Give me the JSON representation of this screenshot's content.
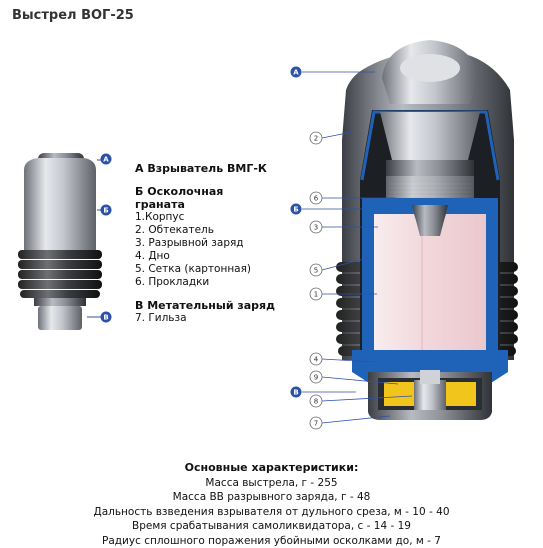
{
  "title": "Выстрел ВОГ-25",
  "legend": {
    "section_a": "А Взрыватель ВМГ-К",
    "section_b": "Б Осколочная граната",
    "b_items": [
      "1.Корпус",
      "2. Обтекатель",
      "3. Разрывной заряд",
      "4. Дно",
      "5. Сетка (картонная)",
      "6. Прокладки"
    ],
    "section_v": "В Метательный заряд",
    "v_items": [
      "7. Гильза"
    ]
  },
  "markers": {
    "a": "A",
    "b": "Б",
    "v": "В",
    "numbers": [
      "1",
      "2",
      "3",
      "4",
      "5",
      "6",
      "7",
      "8",
      "9"
    ]
  },
  "specs": {
    "heading": "Основные характеристики:",
    "lines": [
      "Масса выстрела, г - 255",
      "Масса ВВ разрывного заряда, г - 48",
      "Дальность взведения взрывателя от дульного среза, м - 10 - 40",
      "Время срабатывания самоликвидатора, с - 14 - 19",
      "Радиус сплошного поражения убойными осколками до, м - 7"
    ]
  },
  "colors": {
    "marker_blue": "#2c52a8",
    "inner_pink": "#f4dde0",
    "liner_blue": "#1f63b8",
    "charge_yellow": "#f2c51c",
    "metal_gray": "#b9bcc2"
  }
}
